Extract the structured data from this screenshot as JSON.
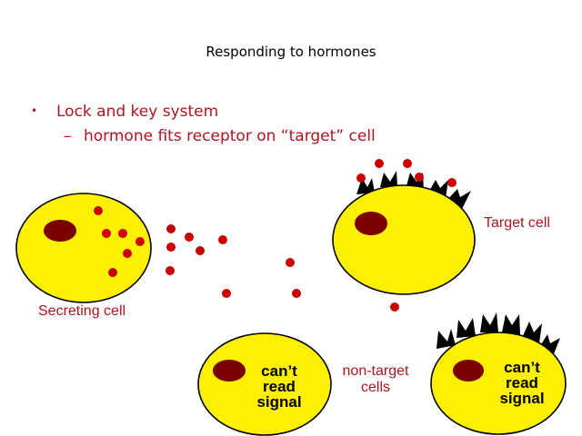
{
  "title": "Responding to hormones",
  "bullet": {
    "marker": "•",
    "text": "Lock and key system"
  },
  "sub_bullet": {
    "marker": "–",
    "text": "hormone fits receptor on “target” cell"
  },
  "labels": {
    "secreting_cell": "Secreting cell",
    "target_cell": "Target cell",
    "non_target_line1": "non-target",
    "non_target_line2": "cells",
    "cant1_line1": "can’t",
    "cant1_line2": "read",
    "cant1_line3": "signal",
    "cant2_line1": "can’t",
    "cant2_line2": "read",
    "cant2_line3": "signal"
  },
  "colors": {
    "cell_fill": "#ffef00",
    "cell_outline": "#000000",
    "nucleus": "#7a0000",
    "hormone": "#cc0000",
    "receptor": "#000000",
    "text_red": "#b4141e"
  }
}
